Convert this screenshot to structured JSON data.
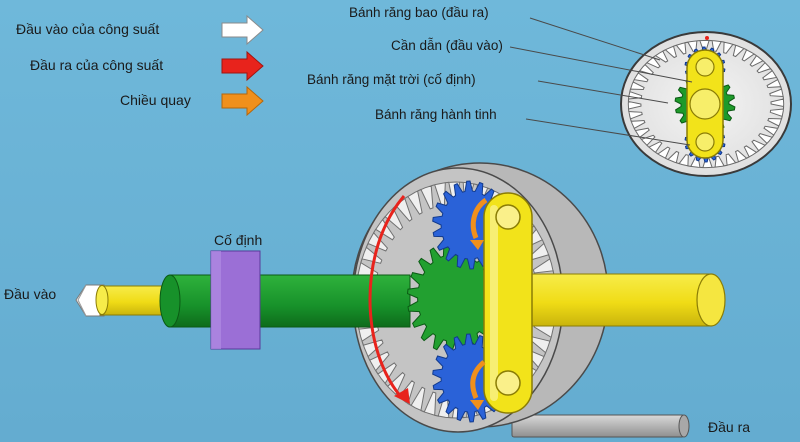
{
  "legend": {
    "input_power": "Đầu vào của công suất",
    "output_power": "Đầu ra của công suất",
    "rotation": "Chiều quay"
  },
  "inset_labels": {
    "ring_gear": "Bánh răng bao (đầu ra)",
    "carrier": "Cần dẫn (đầu vào)",
    "sun_gear": "Bánh răng mặt trời (cố định)",
    "planet_gear": "Bánh răng hành tinh"
  },
  "main_labels": {
    "fixed": "Cố định",
    "input": "Đầu vào",
    "output": "Đầu ra"
  },
  "colors": {
    "background": "#6cb4d6",
    "input_arrow": "#ffffff",
    "output_arrow": "#e8231c",
    "rotation_arrow": "#f0901c",
    "carrier": "#f2e31a",
    "sun_gear": "#1e9a2a",
    "planet_gear": "#2a62d8",
    "ring_gear": "#b8b8b8",
    "fixed_block": "#9b6fd6"
  }
}
